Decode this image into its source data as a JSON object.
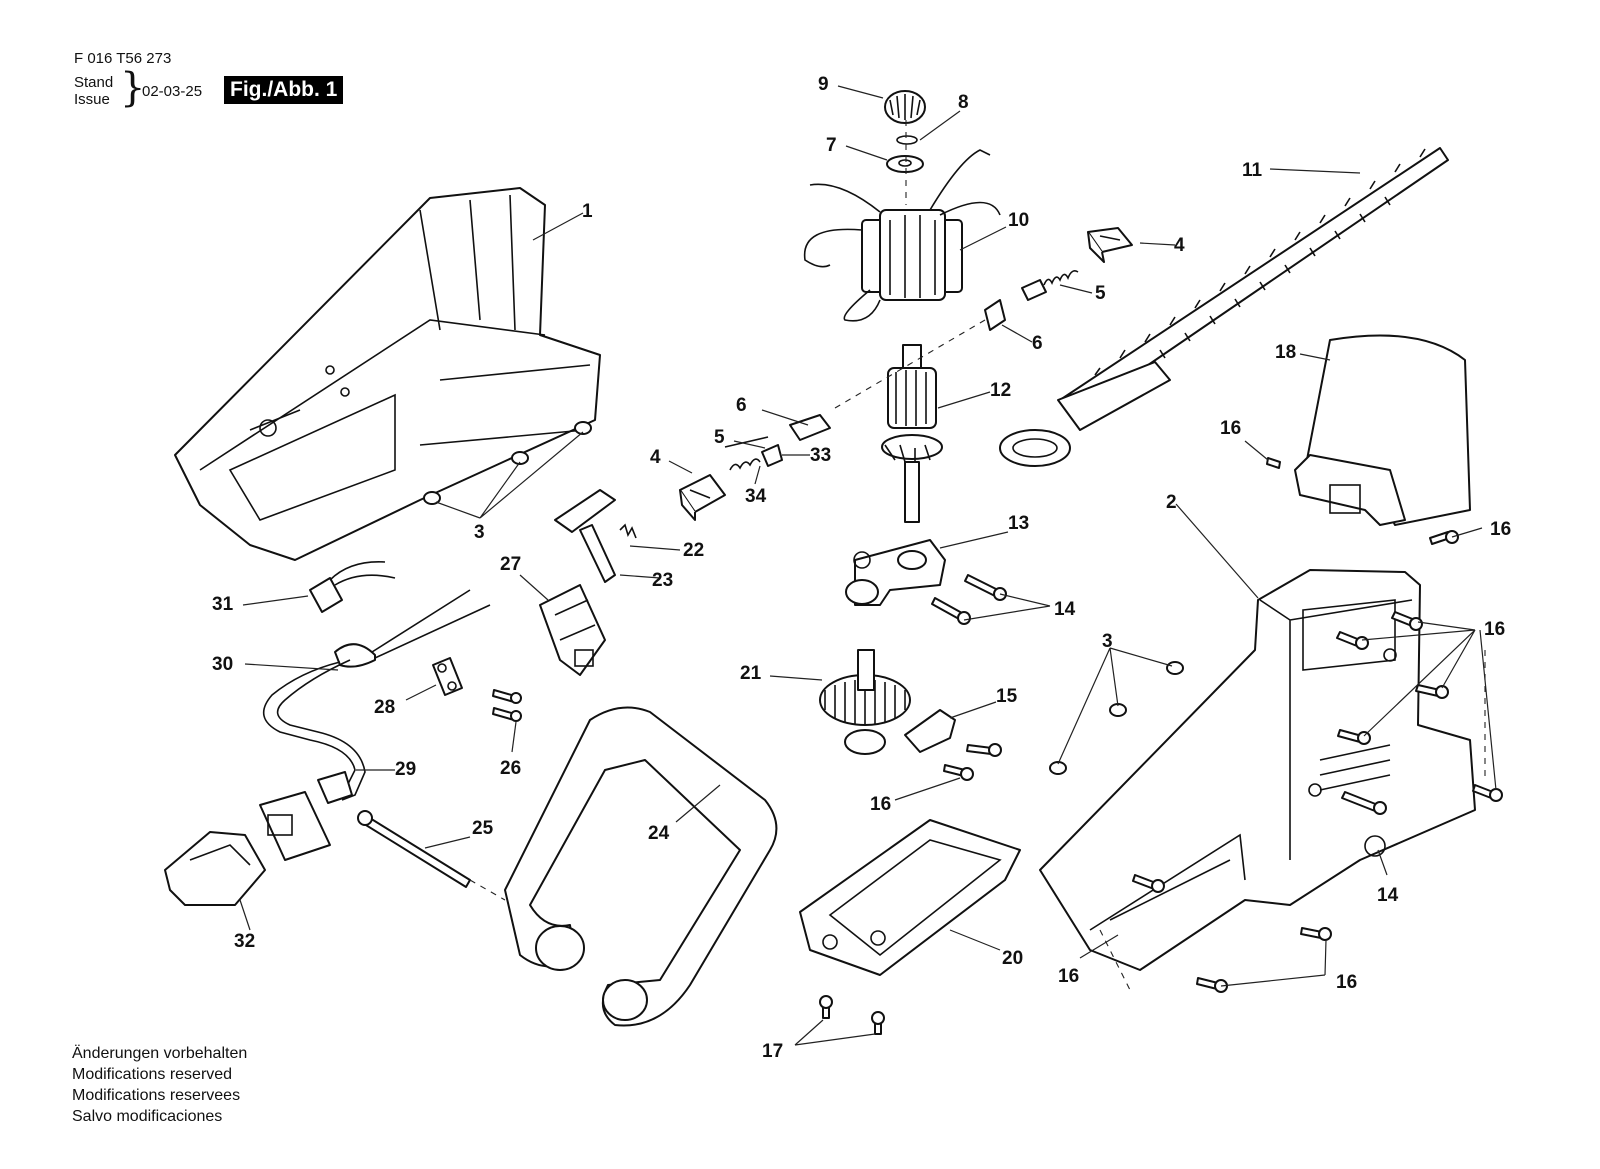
{
  "header": {
    "doc_number": "F 016 T56 273",
    "stand_label": "Stand",
    "issue_label": "Issue",
    "date": "02-03-25",
    "figure_label": "Fig./Abb. 1"
  },
  "footer": {
    "line1": "Änderungen vorbehalten",
    "line2": "Modifications reserved",
    "line3": "Modifications reservees",
    "line4": "Salvo modificaciones"
  },
  "callouts": {
    "c1": "1",
    "c2": "2",
    "c3a": "3",
    "c3b": "3",
    "c4a": "4",
    "c4b": "4",
    "c5a": "5",
    "c5b": "5",
    "c6a": "6",
    "c6b": "6",
    "c7": "7",
    "c8": "8",
    "c9": "9",
    "c10": "10",
    "c11": "11",
    "c12": "12",
    "c13": "13",
    "c14a": "14",
    "c14b": "14",
    "c15": "15",
    "c16a": "16",
    "c16b": "16",
    "c16c": "16",
    "c16d": "16",
    "c16e": "16",
    "c16f": "16",
    "c17": "17",
    "c18": "18",
    "c20": "20",
    "c21": "21",
    "c22": "22",
    "c23": "23",
    "c24": "24",
    "c25": "25",
    "c26": "26",
    "c27": "27",
    "c28": "28",
    "c29": "29",
    "c30": "30",
    "c31": "31",
    "c32": "32",
    "c33": "33",
    "c34": "34"
  }
}
